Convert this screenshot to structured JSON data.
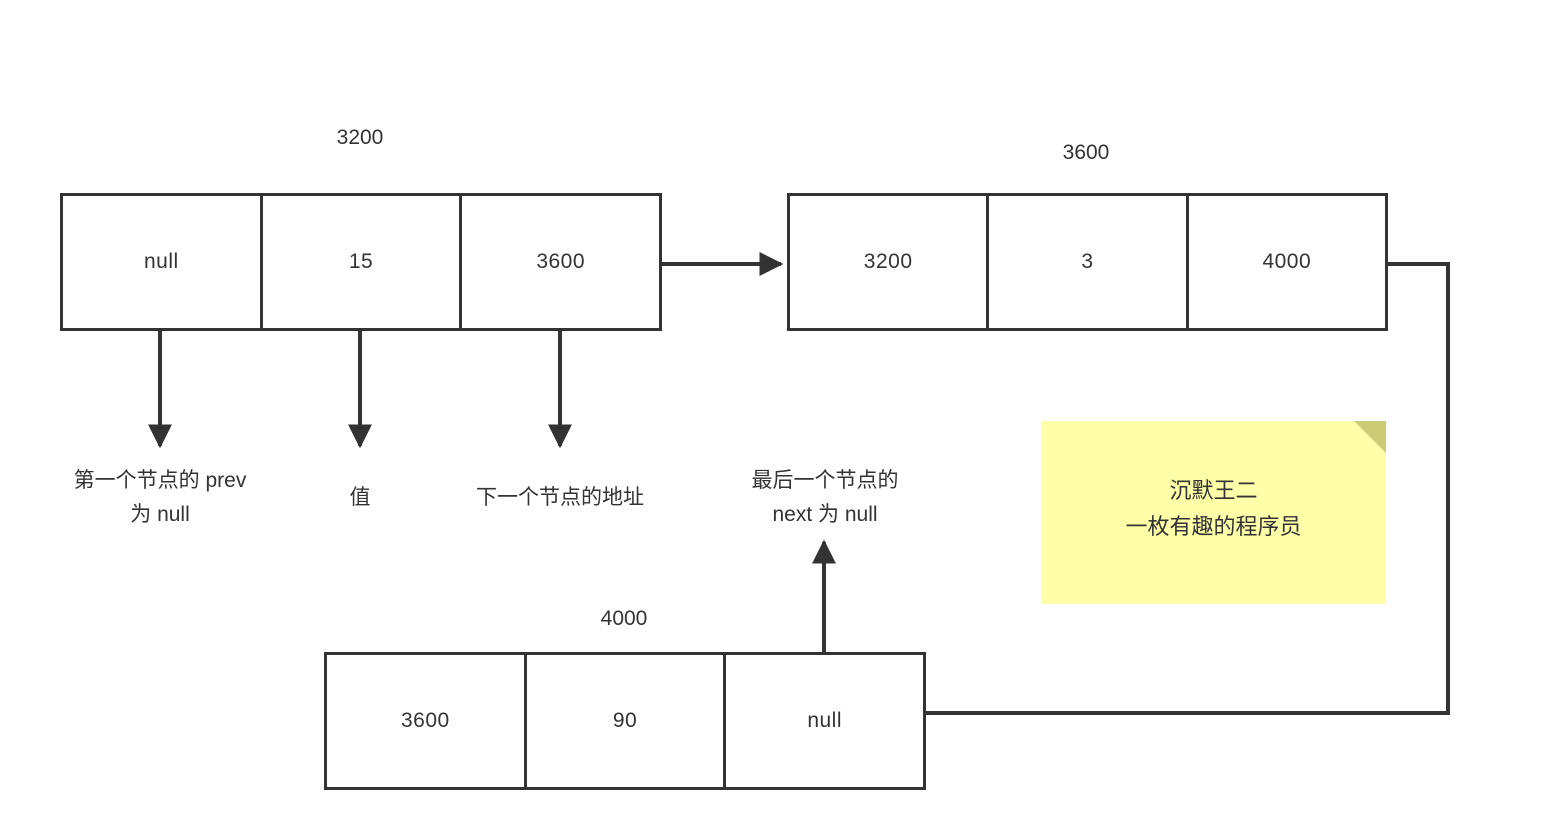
{
  "diagram": {
    "title": "doubly-linked-list-memory-layout",
    "colors": {
      "stroke": "#333333",
      "text": "#333333",
      "background": "#ffffff",
      "note_fill": "#ffffaa",
      "note_fold": "#cccc77"
    }
  },
  "nodes": [
    {
      "id": "node-1",
      "address_label": "3200",
      "cells": [
        {
          "role": "prev",
          "value": "null"
        },
        {
          "role": "value",
          "value": "15"
        },
        {
          "role": "next",
          "value": "3600"
        }
      ]
    },
    {
      "id": "node-2",
      "address_label": "3600",
      "cells": [
        {
          "role": "prev",
          "value": "3200"
        },
        {
          "role": "value",
          "value": "3"
        },
        {
          "role": "next",
          "value": "4000"
        }
      ]
    },
    {
      "id": "node-3",
      "address_label": "4000",
      "cells": [
        {
          "role": "prev",
          "value": "3600"
        },
        {
          "role": "value",
          "value": "90"
        },
        {
          "role": "next",
          "value": "null"
        }
      ]
    }
  ],
  "captions": {
    "prev_null": "第一个节点的 prev\n为 null",
    "prev_null_line1": "第一个节点的 prev",
    "prev_null_line2": "为 null",
    "value": "值",
    "next_address": "下一个节点的地址",
    "last_next_null_line1": "最后一个节点的",
    "last_next_null_line2": "next 为 null"
  },
  "sticky_note": {
    "line1": "沉默王二",
    "line2": "一枚有趣的程序员"
  }
}
